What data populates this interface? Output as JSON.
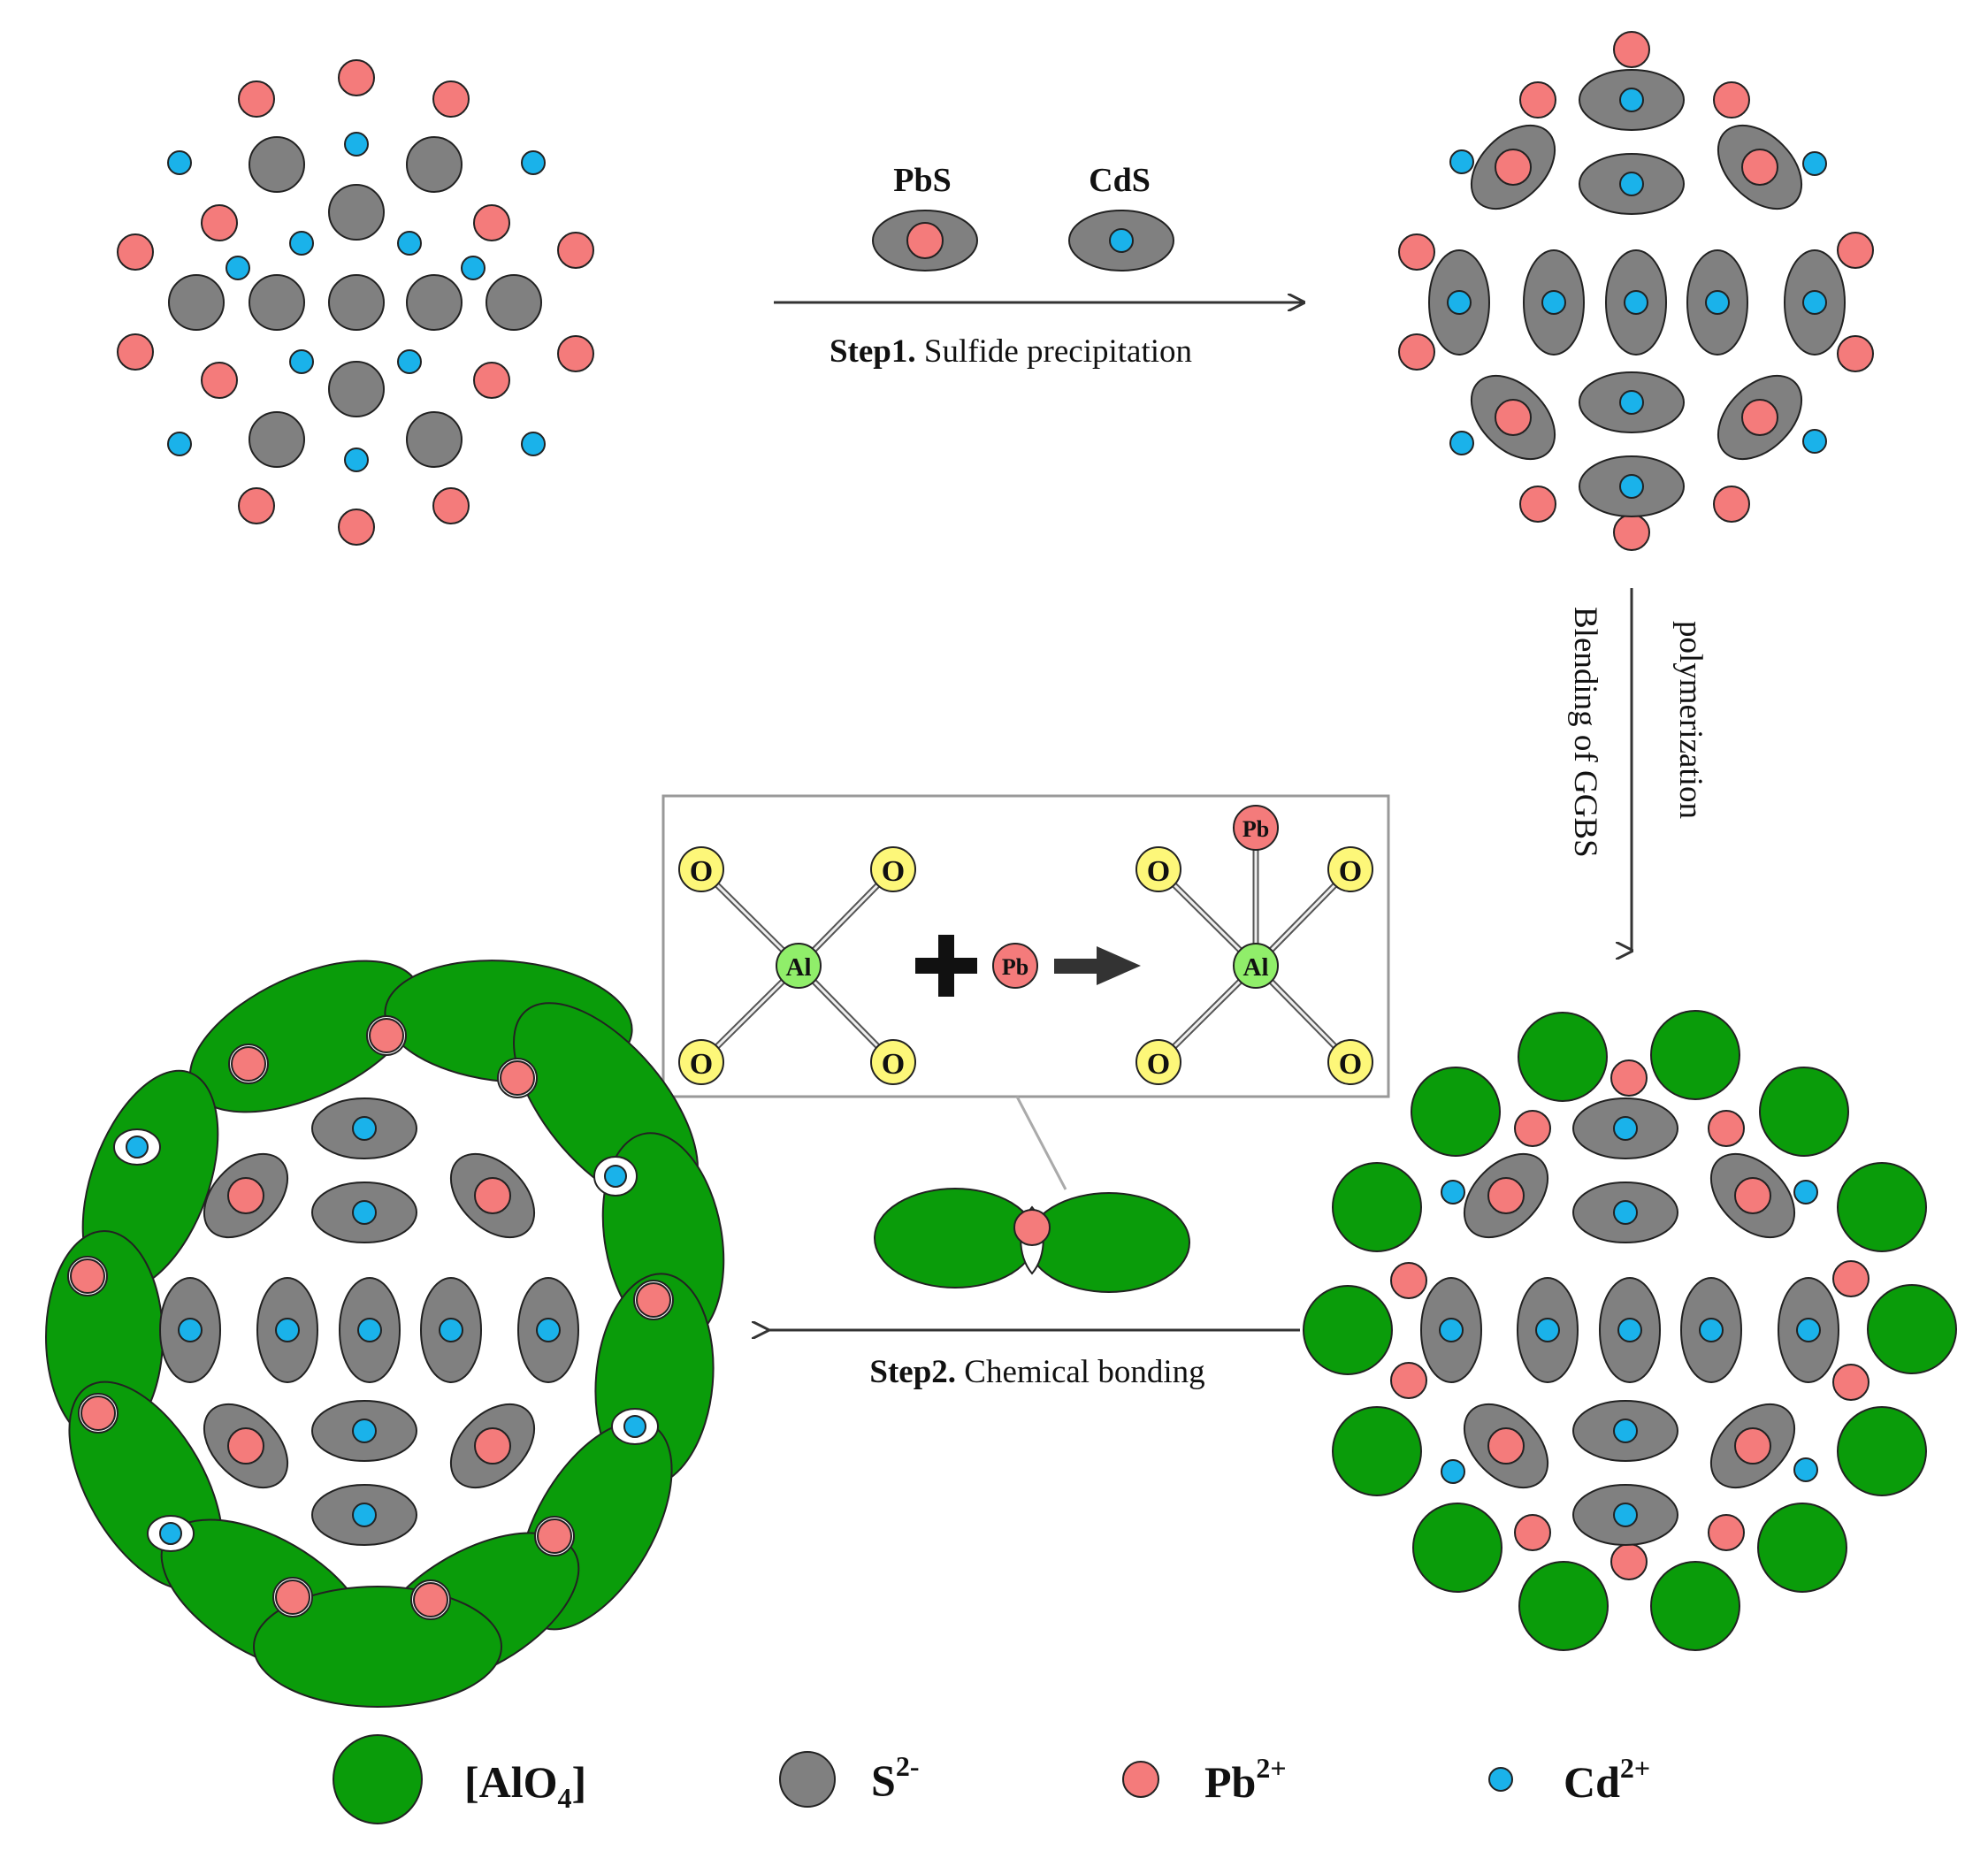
{
  "labels": {
    "pbs": "PbS",
    "cds": "CdS",
    "step1_bold": "Step1.",
    "step1_rest": " Sulfide precipitation",
    "step2_bold": "Step2.",
    "step2_rest": " Chemical bonding",
    "vertical_line1": "polymerization",
    "vertical_line2": "Blending of GGBS"
  },
  "inset": {
    "oxygen": "O",
    "aluminum": "Al",
    "lead": "Pb"
  },
  "legend": {
    "alo4_pre": "[AlO",
    "alo4_sub": "4",
    "alo4_post": "]",
    "s_base": "S",
    "s_sup": "2-",
    "pb_base": "Pb",
    "pb_sup": "2+",
    "cd_base": "Cd",
    "cd_sup": "2+"
  },
  "colors": {
    "green": "#0a9c0a",
    "gray": "#808080",
    "pink": "#f47b7b",
    "blue": "#1ab2ea",
    "yellow": "#fdf779",
    "light_green": "#90ee6a"
  }
}
